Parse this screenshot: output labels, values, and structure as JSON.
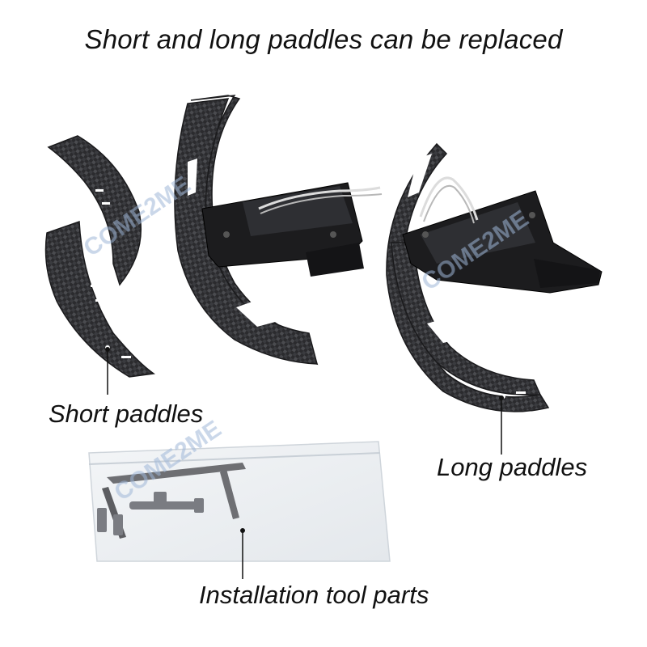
{
  "headline": "Short and long paddles can be replaced",
  "labels": {
    "short": "Short paddles",
    "long": "Long paddles",
    "tools": "Installation tool parts"
  },
  "watermark": "COME2ME",
  "colors": {
    "background": "#ffffff",
    "carbon": "#2b2b2e",
    "carbon_light": "#55565a",
    "bracket": "#1c1c1e",
    "text": "#111111",
    "watermark": "#9fb7d8"
  }
}
